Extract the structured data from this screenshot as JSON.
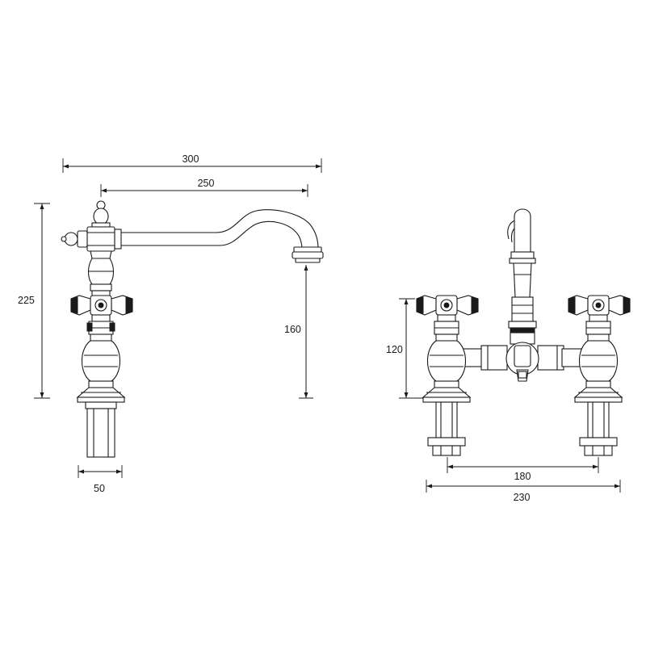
{
  "dimensions": {
    "overall_width": "300",
    "spout_reach": "250",
    "overall_height": "225",
    "spout_height": "160",
    "tail_width": "50",
    "front_height": "120",
    "centres": "180",
    "front_width": "230"
  }
}
